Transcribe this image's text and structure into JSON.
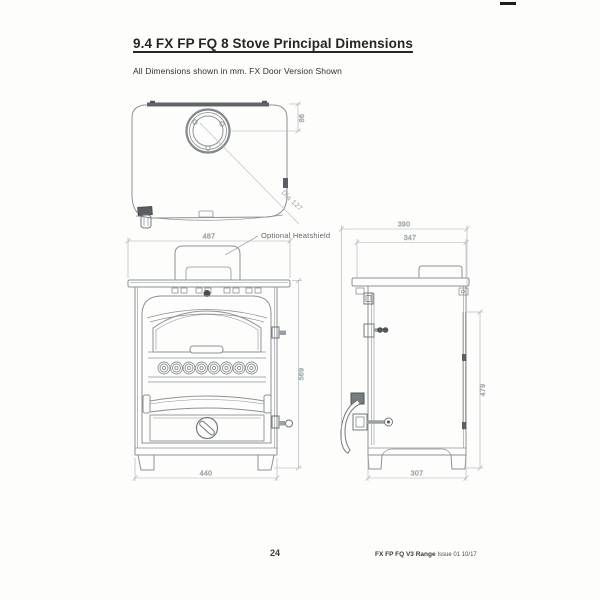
{
  "page": {
    "title": "9.4 FX FP FQ 8 Stove Principal Dimensions",
    "subtitle": "All Dimensions shown in mm. FX Door Version Shown",
    "page_number": "24",
    "footer": {
      "range": "FX FP FQ V3 Range",
      "issue": "Issue 01 10/17"
    }
  },
  "drawing": {
    "labels": {
      "optional_heatshield": "Optional Heatshield"
    },
    "dimensions": {
      "flue_offset": "86",
      "flue_diameter": "Dia 127",
      "top_plate_width": "487",
      "overall_height": "569",
      "body_width": "440",
      "overall_depth": "390",
      "top_plate_depth": "347",
      "side_height": "479",
      "base_depth": "307"
    },
    "colors": {
      "line": "#8d9296",
      "dark_line": "#5f6468",
      "dark_fill": "#51555a",
      "dim_line": "#aab0b2",
      "dim_text": "#9aa1a3"
    }
  }
}
